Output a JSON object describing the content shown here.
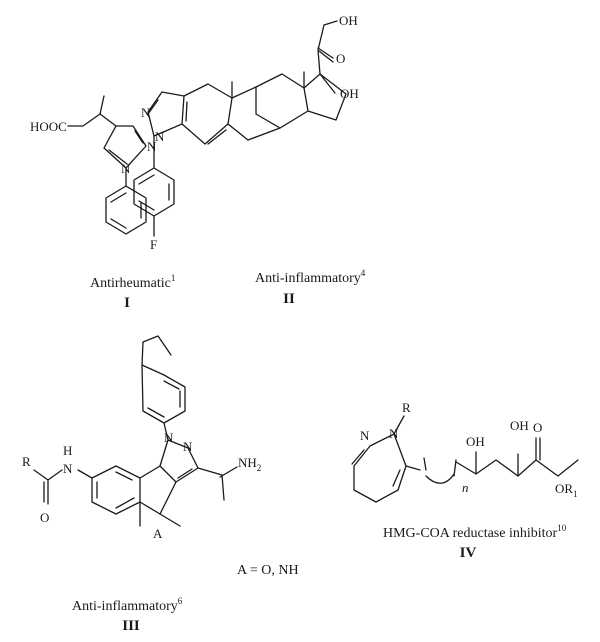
{
  "compounds": [
    {
      "numeral": "I",
      "caption": "Antirheumatic",
      "ref": "1",
      "atoms": {
        "acid": "HOOC",
        "n1": "N",
        "n2": "N"
      }
    },
    {
      "numeral": "II",
      "caption": "Anti-inflammatory",
      "ref": "4",
      "atoms": {
        "oh_top": "OH",
        "oxo": "O",
        "oh_c17": "OH",
        "n1": "N",
        "n2": "N",
        "fluoro": "F"
      }
    },
    {
      "numeral": "III",
      "caption": "Anti-inflammatory",
      "ref": "6",
      "atoms": {
        "r": "R",
        "nh": "H",
        "nh_n": "N",
        "oxo": "O",
        "n1": "N",
        "n2": "N",
        "amide": "NH",
        "amide_sub": "2",
        "a": "A"
      },
      "note": "A = O, NH"
    },
    {
      "numeral": "IV",
      "caption": "HMG-COA reductase inhibitor",
      "ref": "10",
      "atoms": {
        "r": "R",
        "n1": "N",
        "n2": "N",
        "n_sub": "n",
        "oh1": "OH",
        "oh2": "OH",
        "oxo": "O",
        "or": "OR",
        "or_sub": "1"
      }
    }
  ]
}
